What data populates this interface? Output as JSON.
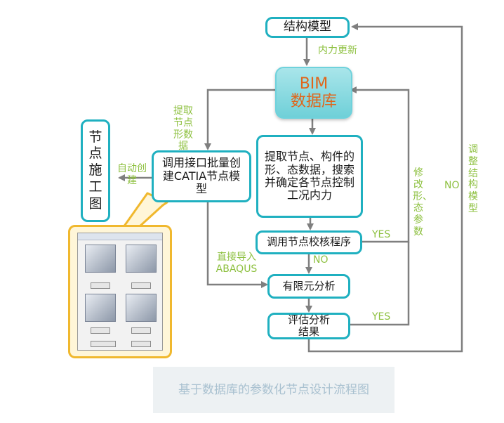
{
  "nodes": {
    "structure_model": "结构模型",
    "bim_line1": "BIM",
    "bim_line2": "数据库",
    "extract_data": "提取节点、构件的形、态数据，搜索并确定各节点控制工况内力",
    "batch_create": "调用接口批量创建CATIA节点模型",
    "construction_drawing": "节点施工图",
    "call_check": "调用节点校核程序",
    "fea": "有限元分析",
    "evaluate": "评估分析结果"
  },
  "labels": {
    "internal_force_update": "内力更新",
    "extract_node_data": "提取节点形数据",
    "auto_create": "自动创建",
    "direct_import": "直接导入ABAQUS",
    "yes_check": "YES",
    "no_check": "NO",
    "yes_eval": "YES",
    "modify_shape": "修改形、态参数",
    "no_eval": "NO",
    "adjust_model": "调整结构模型"
  },
  "caption": "基于数据库的参数化节点设计流程图",
  "colors": {
    "box_border": "#1fb0c0",
    "bim_fill": "#7fd6de",
    "bim_text": "#e0651a",
    "label_green": "#8dc03f",
    "arrow": "#7f7f7f",
    "callout_border": "#f0b82e",
    "caption_text": "#a9c1d0"
  }
}
